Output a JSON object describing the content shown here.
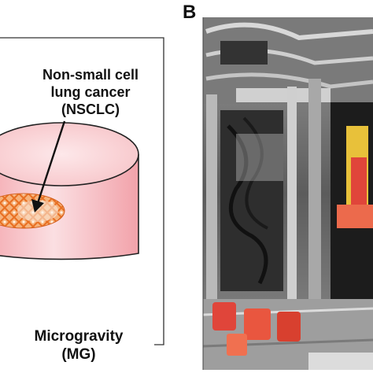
{
  "panel_b": {
    "letter": "B"
  },
  "cell_label": {
    "line1": "Non-small cell",
    "line2": "lung cancer",
    "line3": "(NSCLC)"
  },
  "condition_label": {
    "line1": "Microgravity",
    "line2": "(MG)"
  },
  "colors": {
    "cylinder_fill": "#f7c4c8",
    "cylinder_stroke": "#222222",
    "cell_mesh": "#f0883a",
    "photo_dominant": "#3a3a3a",
    "sample_red": "#e0453a"
  },
  "photo": {
    "content": "interior of a metal incubator rack with coiled cables and red sample containers"
  }
}
